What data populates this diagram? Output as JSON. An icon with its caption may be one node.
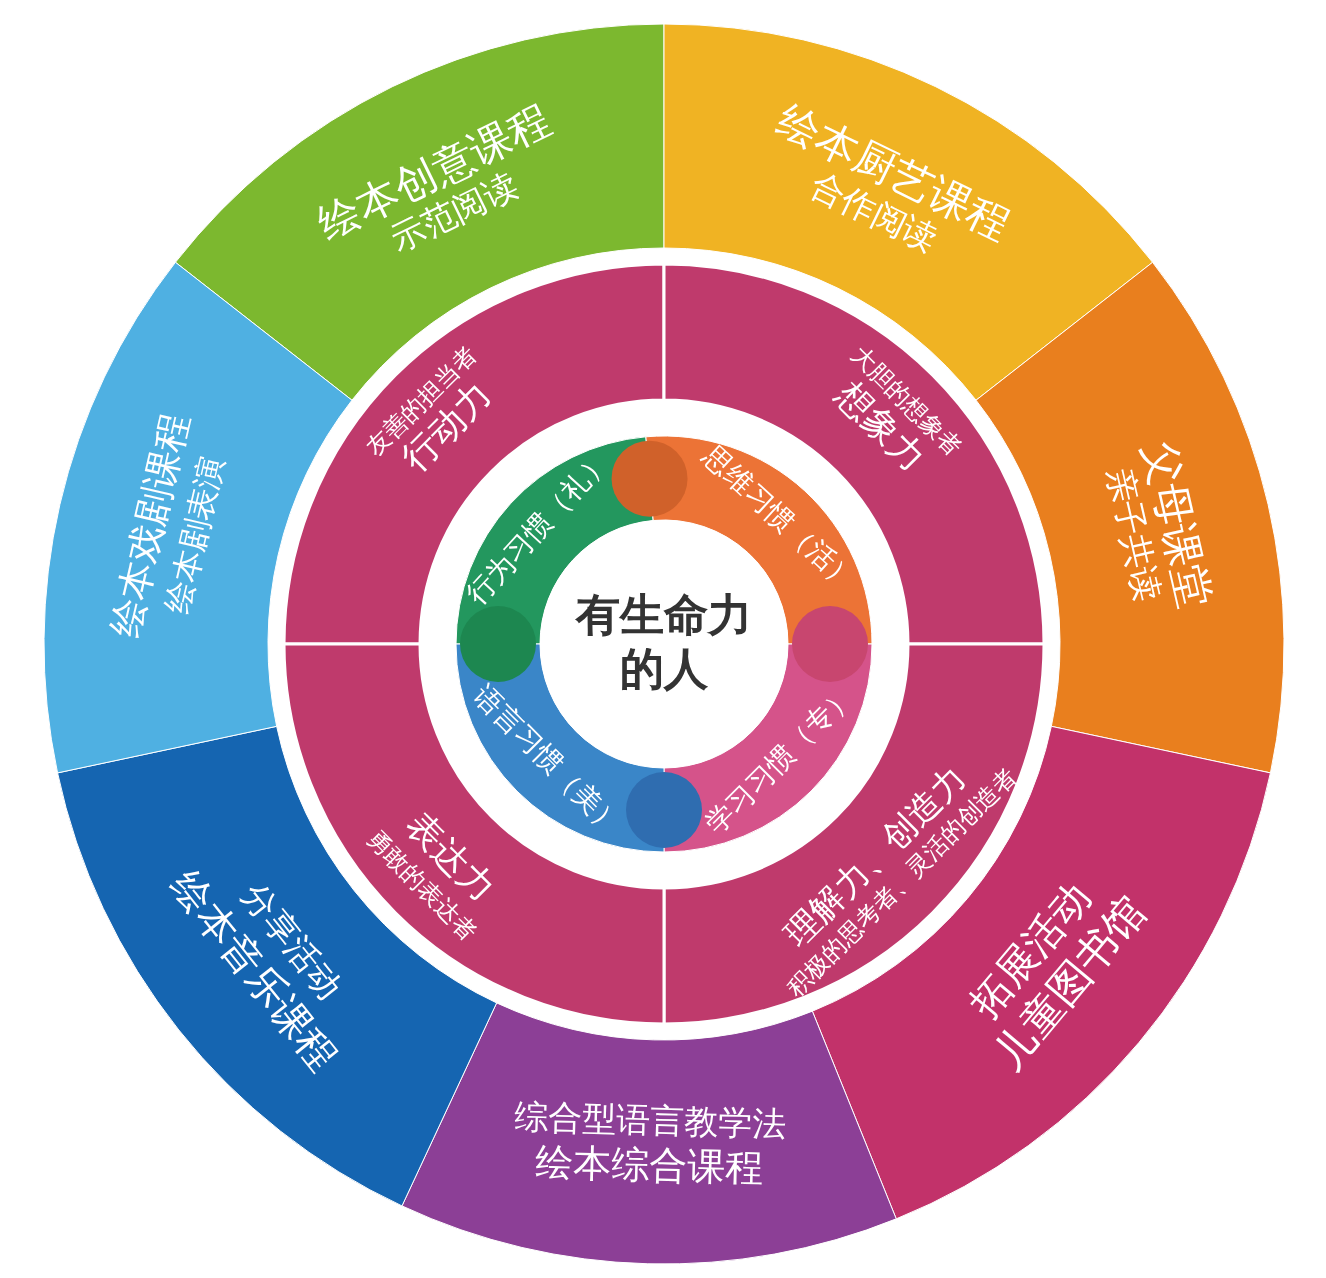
{
  "diagram": {
    "nodes": [
      {
        "text": [
          "绘本创意课程",
          "示范阅读"
        ]
      },
      {
        "text": [
          "绘本厨艺课程",
          "合作阅读"
        ]
      },
      {
        "text": [
          "父母课堂",
          "亲子共读"
        ]
      },
      {
        "text": [
          "拓展活动",
          "儿童图书馆"
        ]
      },
      {
        "text": [
          "综合型语言教学法",
          "绘本综合课程"
        ]
      },
      {
        "text": [
          "分享活动",
          "绘本音乐课程"
        ]
      },
      {
        "text": [
          "绘本戏剧课程",
          "绘本剧表演"
        ]
      },
      {
        "text": [
          "友善的担当者",
          "行动力"
        ]
      },
      {
        "text": [
          "大胆的想象者",
          "想象力"
        ]
      },
      {
        "text": [
          "理解力、创造力",
          "积极的思考者、灵活的创造者"
        ]
      },
      {
        "text": [
          "表达力",
          "勇敢的表达者"
        ]
      },
      {
        "text": [
          "行为习惯（礼）"
        ]
      },
      {
        "text": [
          "思维习惯（活）"
        ]
      },
      {
        "text": [
          "学习习惯（专）"
        ]
      },
      {
        "text": [
          "语言习惯（美）"
        ]
      },
      {
        "text": [
          "有生命力的人"
        ]
      }
    ],
    "edges": []
  }
}
